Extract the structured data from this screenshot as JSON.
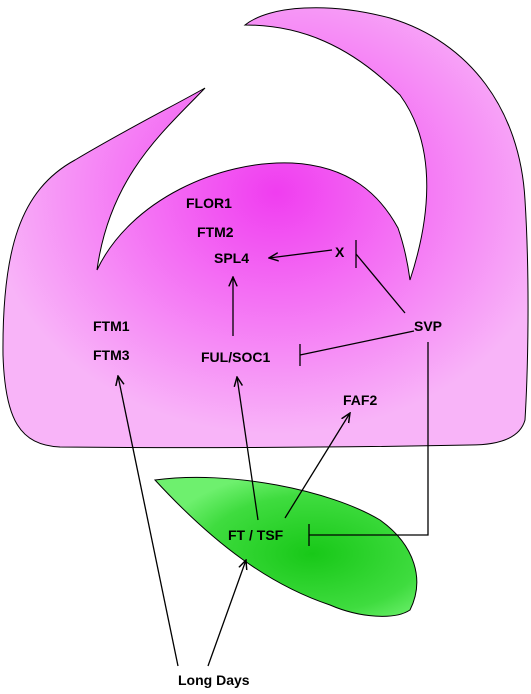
{
  "diagram": {
    "labels": {
      "flor1": "FLOR1",
      "ftm2": "FTM2",
      "spl4": "SPL4",
      "x": "X",
      "ftm1": "FTM1",
      "ftm3": "FTM3",
      "ful_soc1": "FUL/SOC1",
      "svp": "SVP",
      "faf2": "FAF2",
      "ft_tsf": "FT / TSF",
      "long_days": "Long Days"
    },
    "regions": {
      "shoot_apex": {
        "description": "pink meristem shape",
        "color": "#f59ff5",
        "center_color": "#f03df0"
      },
      "leaf": {
        "description": "green leaf",
        "color": "#4fe24f",
        "center_color": "#18c818"
      }
    },
    "relations": [
      {
        "from": "X",
        "to": "SPL4",
        "type": "activation"
      },
      {
        "from": "SVP",
        "to": "X",
        "type": "repression"
      },
      {
        "from": "SVP",
        "to": "FUL/SOC1",
        "type": "repression"
      },
      {
        "from": "SVP",
        "to": "FT / TSF",
        "type": "repression"
      },
      {
        "from": "FUL/SOC1",
        "to": "SPL4",
        "type": "activation"
      },
      {
        "from": "FT / TSF",
        "to": "FUL/SOC1",
        "type": "activation"
      },
      {
        "from": "FT / TSF",
        "to": "FAF2",
        "type": "activation"
      },
      {
        "from": "Long Days",
        "to": "FT / TSF",
        "type": "activation"
      },
      {
        "from": "Long Days",
        "to": "FTM3",
        "type": "activation"
      }
    ]
  }
}
